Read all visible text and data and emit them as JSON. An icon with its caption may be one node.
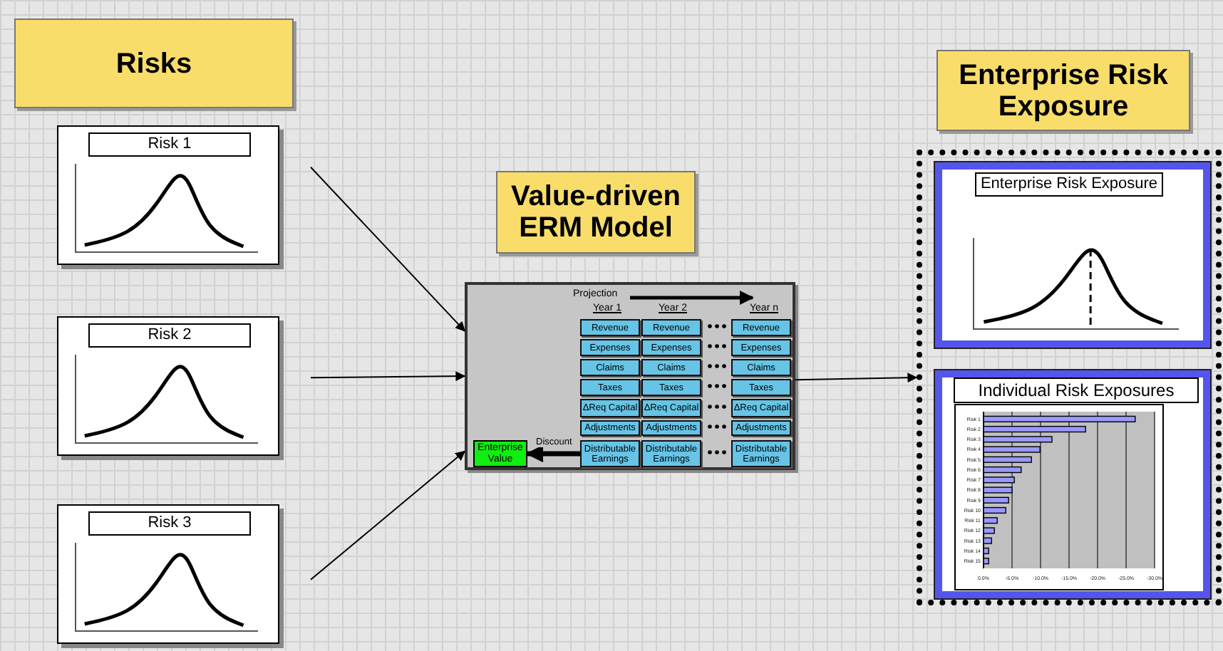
{
  "diagram": {
    "nodes": [
      {
        "text": [
          "Risks"
        ]
      },
      {
        "text": [
          "Risk 1"
        ]
      },
      {
        "text": [
          "Risk 2"
        ]
      },
      {
        "text": [
          "Risk 3"
        ]
      },
      {
        "text": [
          "Value-driven ERM Model"
        ]
      },
      {
        "text": [],
        "shape": "box"
      },
      {
        "text": [
          "Revenue"
        ],
        "in": 5
      },
      {
        "text": [
          "Revenue"
        ],
        "in": 5
      },
      {
        "text": [
          "Revenue"
        ],
        "in": 5
      },
      {
        "text": [
          "Expenses"
        ],
        "in": 5
      },
      {
        "text": [
          "Expenses"
        ],
        "in": 5
      },
      {
        "text": [
          "Expenses"
        ],
        "in": 5
      },
      {
        "text": [
          "Claims"
        ],
        "in": 5
      },
      {
        "text": [
          "Claims"
        ],
        "in": 5
      },
      {
        "text": [
          "Claims"
        ],
        "in": 5
      },
      {
        "text": [
          "Taxes"
        ],
        "in": 5
      },
      {
        "text": [
          "Taxes"
        ],
        "in": 5
      },
      {
        "text": [
          "Taxes"
        ],
        "in": 5
      },
      {
        "text": [
          "ΔReq Capital"
        ],
        "in": 5
      },
      {
        "text": [
          "ΔReq Capital"
        ],
        "in": 5
      },
      {
        "text": [
          "ΔReq Capital"
        ],
        "in": 5
      },
      {
        "text": [
          "Adjustments"
        ],
        "in": 5
      },
      {
        "text": [
          "Adjustments"
        ],
        "in": 5
      },
      {
        "text": [
          "Adjustments"
        ],
        "in": 5
      },
      {
        "text": [
          "Enterprise Value"
        ],
        "in": 5
      },
      {
        "text": [
          "Distributable Earnings"
        ],
        "in": 5
      },
      {
        "text": [
          "Distributable Earnings"
        ],
        "in": 5
      },
      {
        "text": [
          "Distributable Earnings"
        ],
        "in": 5
      },
      {
        "text": [
          "Enterprise Risk Exposure"
        ]
      },
      {
        "text": [],
        "shape": "box"
      },
      {
        "text": [
          "Enterprise Risk Exposure"
        ],
        "in": 29
      },
      {
        "text": [
          "Individual Risk Exposures"
        ],
        "in": 29
      }
    ],
    "edges": [
      {
        "from": 1,
        "to": 5,
        "arrow": "to"
      },
      {
        "from": 2,
        "to": 5,
        "arrow": "to"
      },
      {
        "from": 3,
        "to": 5,
        "arrow": "to"
      },
      {
        "from": 25,
        "to": 24,
        "arrow": "to",
        "label": "Discount",
        "style": "thick"
      },
      {
        "from": 5,
        "to": 29,
        "arrow": "to"
      }
    ],
    "labels": [
      "Projection",
      "Year 1",
      "Year 2",
      "Year n"
    ],
    "chart_data": {
      "type": "bar",
      "orientation": "horizontal",
      "categories": [
        "Risk 1",
        "Risk 2",
        "Risk 3",
        "Risk 4",
        "Risk 5",
        "Risk 6",
        "Risk 7",
        "Risk 8",
        "Risk 9",
        "Risk 10",
        "Risk 11",
        "Risk 12",
        "Risk 13",
        "Risk 14",
        "Risk 15"
      ],
      "series": [
        {
          "color": "#9999ff",
          "values": [
            -26.6,
            -17.9,
            -12.0,
            -9.9,
            -8.4,
            -6.6,
            -5.4,
            -5.0,
            -4.4,
            -3.9,
            -2.4,
            -1.9,
            -1.4,
            -0.9,
            -0.9
          ]
        }
      ],
      "xlim": [
        0,
        -30
      ],
      "grid": true,
      "xticks": [
        {
          "value": 0,
          "label": "0.0%"
        },
        {
          "value": -5,
          "label": "-5.0%"
        },
        {
          "value": -10,
          "label": "-10.0%"
        },
        {
          "value": -15,
          "label": "-15.0%"
        },
        {
          "value": -20,
          "label": "-20.0%"
        },
        {
          "value": -25,
          "label": "-25.0%"
        },
        {
          "value": -30,
          "label": "-30.0%"
        }
      ]
    }
  }
}
